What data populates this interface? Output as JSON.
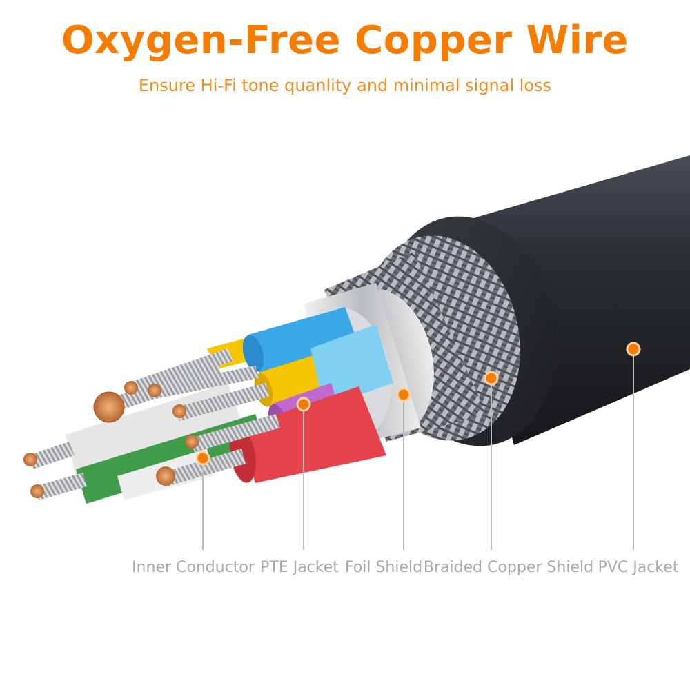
{
  "header": {
    "title": "Oxygen-Free Copper Wire",
    "subtitle": "Ensure Hi-Fi tone quanlity and minimal signal loss"
  },
  "callouts": [
    {
      "label": "Inner Conductor"
    },
    {
      "label": "PTE Jacket"
    },
    {
      "label": "Foil Shield"
    },
    {
      "label": "Braided Copper Shield"
    },
    {
      "label": "PVC Jacket"
    }
  ],
  "colors": {
    "accent": "#f57c00",
    "subtitle": "#f28a1e",
    "label": "#a8a8a8",
    "leader": "#bdbdbd",
    "pvc": "#2b2e33",
    "copper": "#d98a4a",
    "pair_yellow": "#f6c400",
    "pair_blue": "#3aa8e6",
    "pair_white": "#e6e6e6",
    "pair_green": "#3f9d4a",
    "pair_purple": "#c06ad0",
    "pair_red": "#e5434b"
  }
}
